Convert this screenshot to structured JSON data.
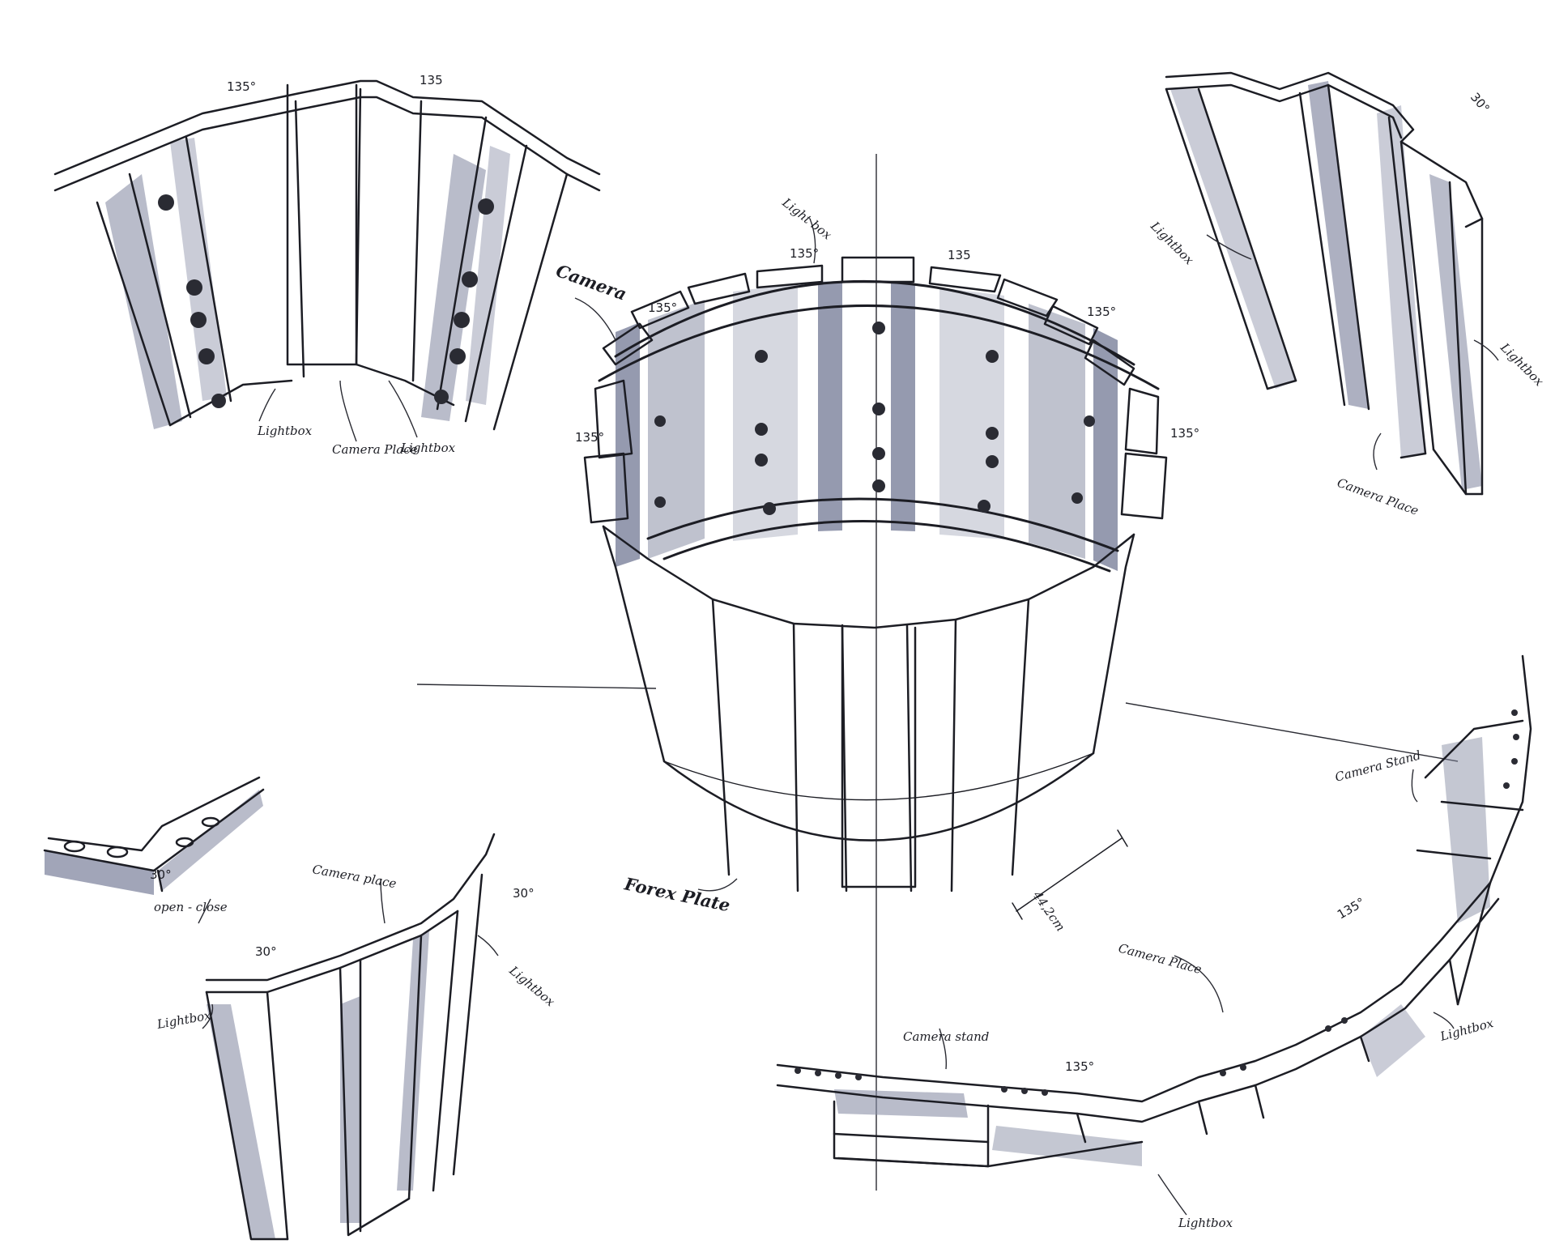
{
  "labels": {
    "light_box_top": "Light box",
    "camera_main": "Camera",
    "forex_plate": "Forex Plate",
    "dimension": "44,2cm",
    "tl_lightbox_left": "Lightbox",
    "tl_camera_place": "Camera Place",
    "tl_lightbox_right": "Lightbox",
    "tr_lightbox_left": "Lightbox",
    "tr_lightbox_right": "Lightbox",
    "tr_camera_place": "Camera Place",
    "tr_angle": "30°",
    "bl_open_close": "open - close",
    "bl_camera_place": "Camera place",
    "bl_lightbox_left": "Lightbox",
    "bl_lightbox_right": "Lightbox",
    "bl_angle_a": "30°",
    "bl_angle_b": "30°",
    "bl_angle_c": "30°",
    "br_camera_stand_top": "Camera Stand",
    "br_camera_place": "Camera Place",
    "br_camera_stand_bottom": "Camera stand",
    "br_lightbox_right": "Lightbox",
    "br_lightbox_bottom": "Lightbox",
    "br_angle_a": "135°",
    "br_angle_b": "135°"
  },
  "angles": {
    "main": [
      "135°",
      "135",
      "135°",
      "135°",
      "135°",
      "135°"
    ],
    "tl": [
      "135°",
      "135"
    ]
  },
  "colors": {
    "ink": "#1c1d24",
    "marker": "#8a8fa6",
    "paper": "#ffffff"
  }
}
